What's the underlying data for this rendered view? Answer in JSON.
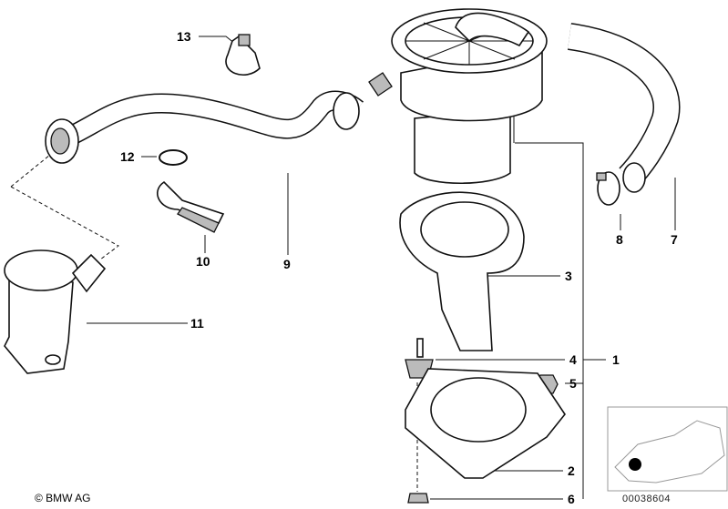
{
  "diagram": {
    "callouts": [
      "1",
      "2",
      "3",
      "4",
      "5",
      "6",
      "7",
      "8",
      "9",
      "10",
      "11",
      "12",
      "13"
    ],
    "copyright": "© BMW AG",
    "image_code": "00038604"
  }
}
